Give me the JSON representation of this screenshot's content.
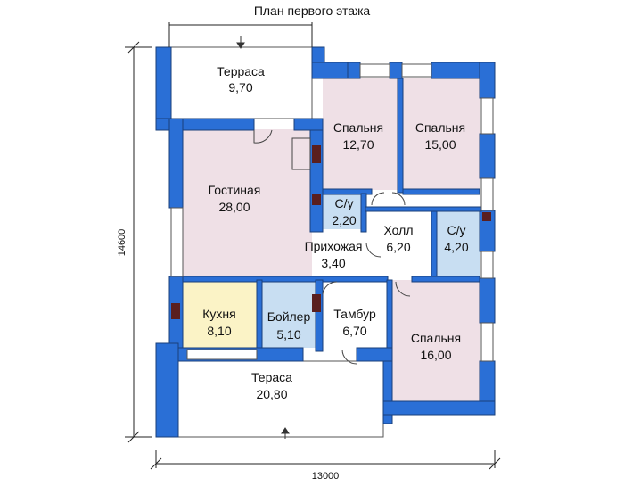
{
  "title": "План первого этажа",
  "colors": {
    "wall": "#2a6fd6",
    "wall_outline": "#1a3f7a",
    "pink": "#efe0e6",
    "blue": "#c8def2",
    "yellow": "#fbf3c6",
    "white": "#ffffff"
  },
  "rooms": [
    {
      "id": "terrace_top",
      "name": "Терраса",
      "area": "9,70"
    },
    {
      "id": "living",
      "name": "Гостиная",
      "area": "28,00"
    },
    {
      "id": "bedroom1",
      "name": "Спальня",
      "area": "12,70"
    },
    {
      "id": "bedroom2",
      "name": "Спальня",
      "area": "15,00"
    },
    {
      "id": "wc1",
      "name": "С/у",
      "area": "2,20"
    },
    {
      "id": "hall",
      "name": "Холл",
      "area": "6,20"
    },
    {
      "id": "wc2",
      "name": "С/у",
      "area": "4,20"
    },
    {
      "id": "entry",
      "name": "Прихожая",
      "area": "3,40"
    },
    {
      "id": "kitchen",
      "name": "Кухня",
      "area": "8,10"
    },
    {
      "id": "boiler",
      "name": "Бойлер",
      "area": "5,10"
    },
    {
      "id": "vestibule",
      "name": "Тамбур",
      "area": "6,70"
    },
    {
      "id": "bedroom3",
      "name": "Спальня",
      "area": "16,00"
    },
    {
      "id": "terrace_bottom",
      "name": "Тераса",
      "area": "20,80"
    }
  ],
  "dimensions": {
    "width": "13000",
    "height": "14600"
  }
}
